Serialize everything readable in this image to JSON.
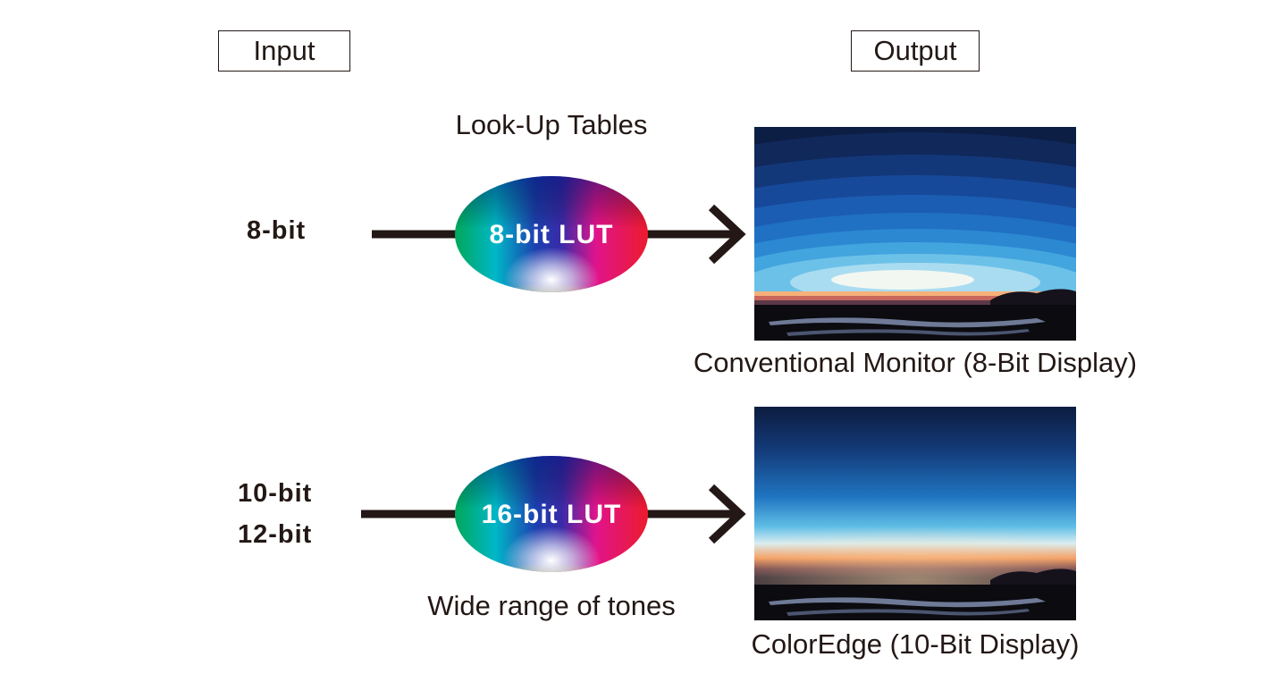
{
  "headers": {
    "input": "Input",
    "output": "Output"
  },
  "top_row": {
    "caption_above": "Look-Up Tables",
    "input_label": "8-bit",
    "lut_label": "8-bit LUT",
    "output_caption": "Conventional Monitor (8-Bit Display)"
  },
  "bottom_row": {
    "input_labels": [
      "10-bit",
      "12-bit"
    ],
    "lut_label": "16-bit LUT",
    "caption_below": "Wide range of tones",
    "output_caption": "ColorEdge (10-Bit Display)"
  },
  "colors": {
    "ink": "#231815",
    "sky_top": "#0c1c3f",
    "sky_mid": "#1f74c0",
    "sky_horizon": "#f39a5e",
    "ground": "#0b0b10"
  }
}
